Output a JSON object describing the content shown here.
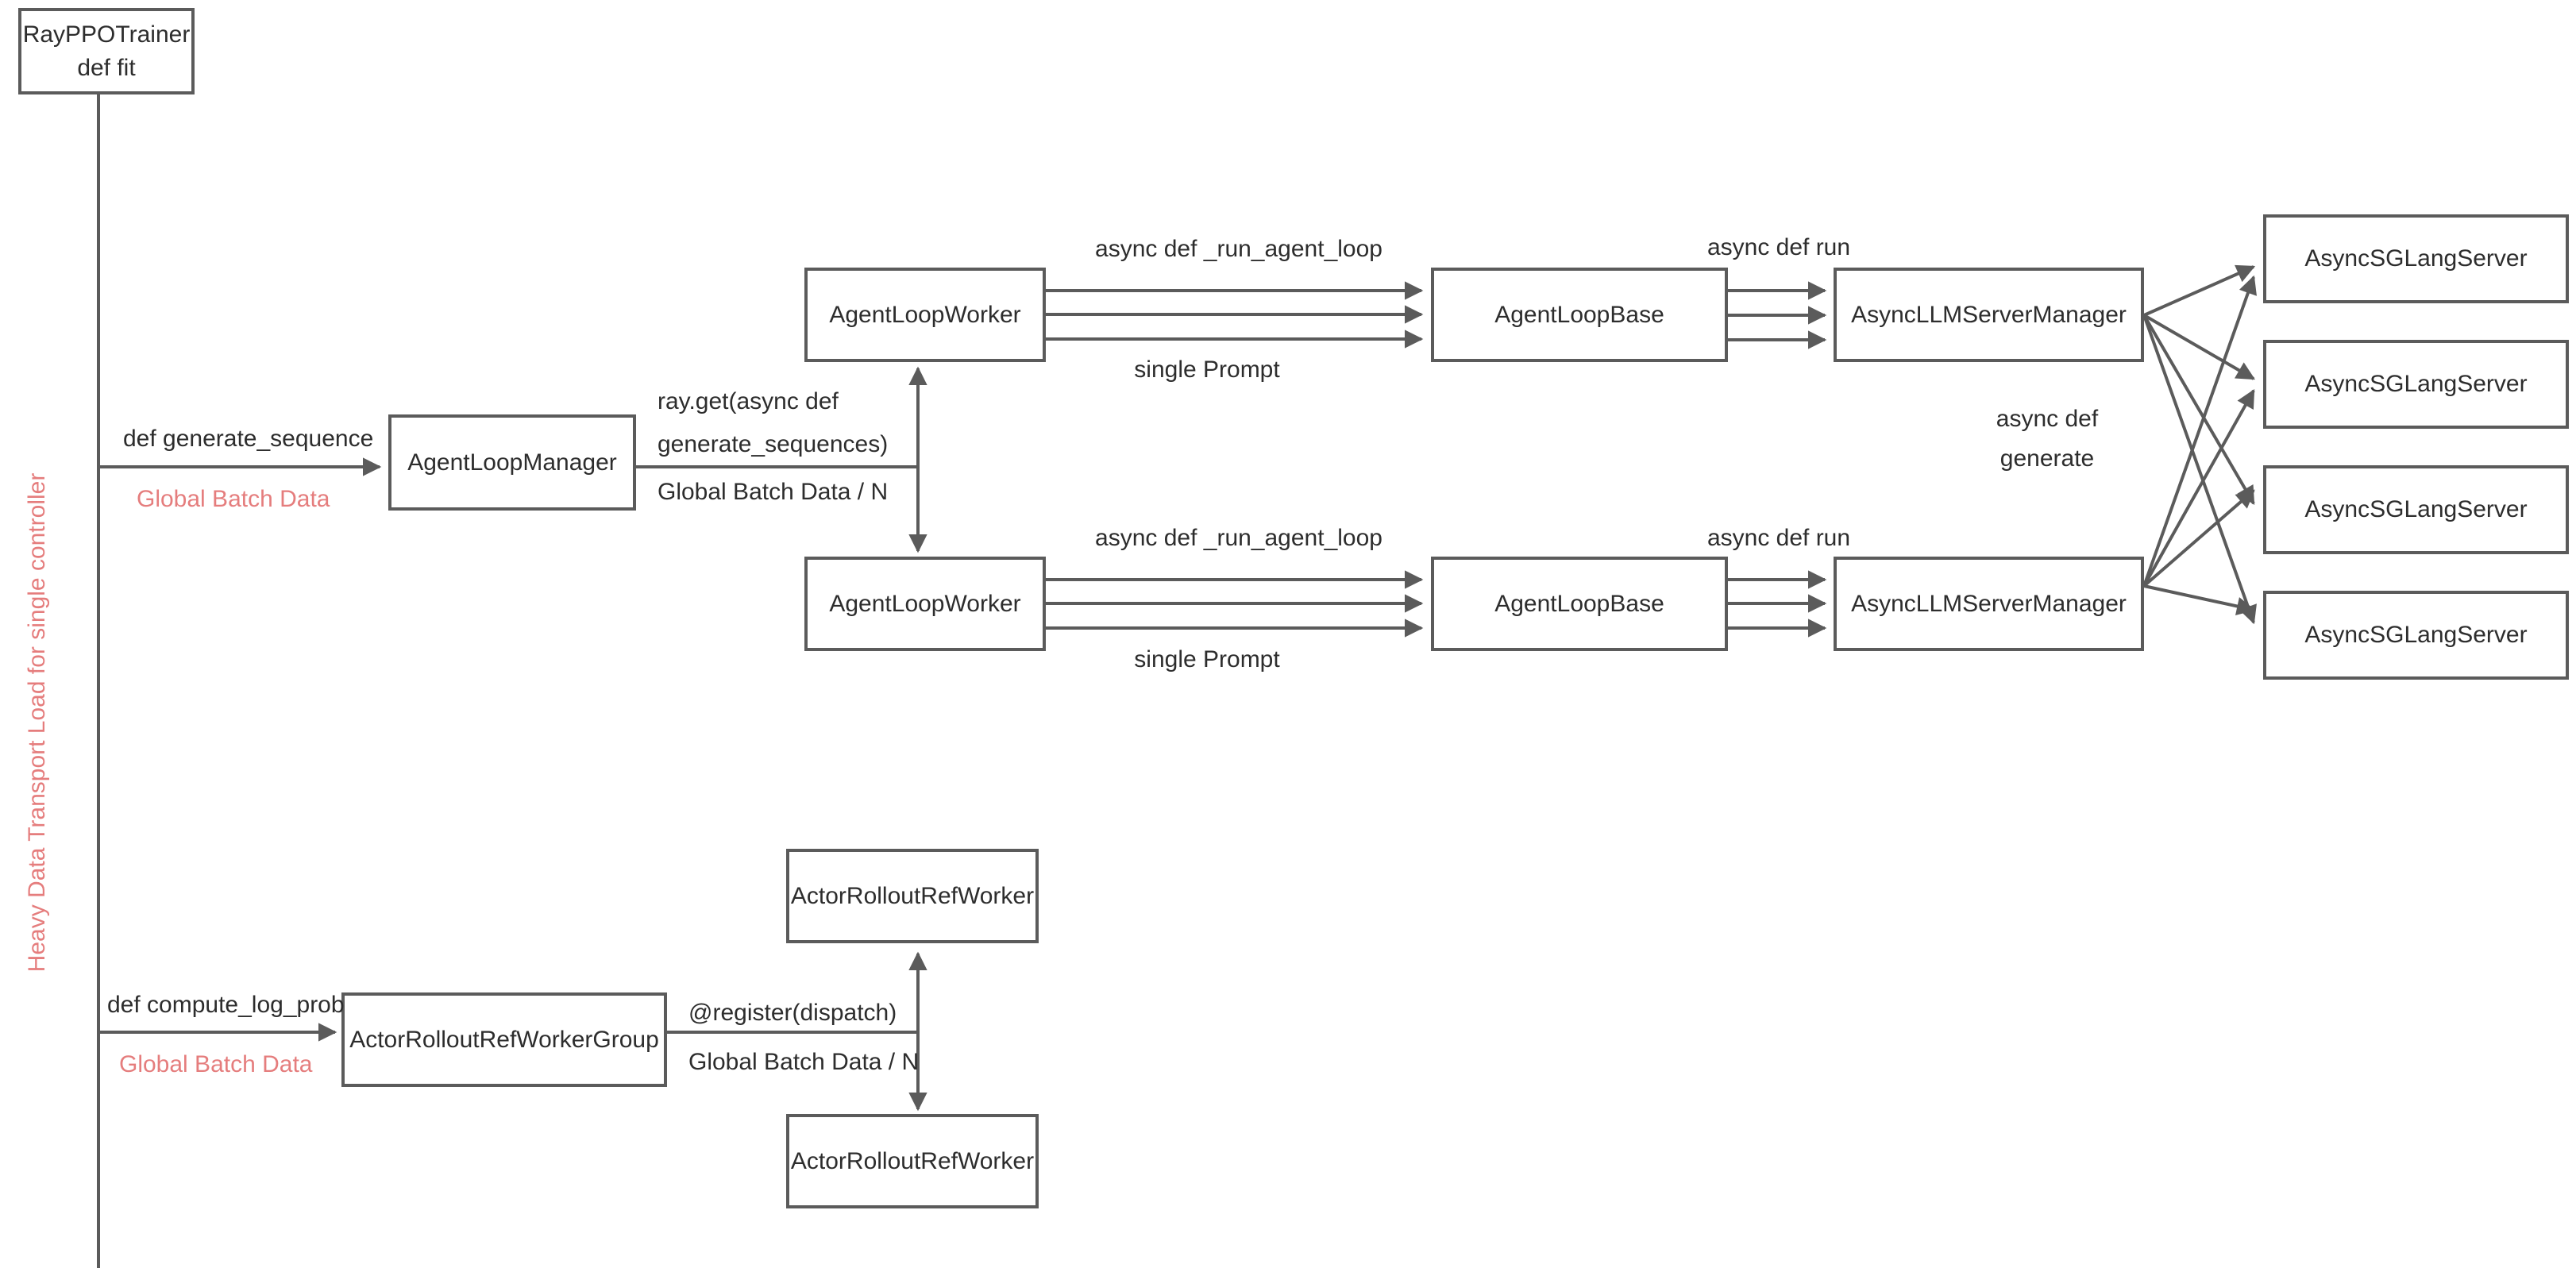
{
  "colors": {
    "stroke": "#5b5b5b",
    "text": "#2d2d2d",
    "accent_red": "#e57d7d",
    "background": "#ffffff"
  },
  "side_note": "Heavy Data Transport Load for single controller",
  "nodes": {
    "ray_ppo_trainer": {
      "line1": "RayPPOTrainer",
      "line2": "def fit"
    },
    "agent_loop_manager": "AgentLoopManager",
    "agent_loop_worker_1": "AgentLoopWorker",
    "agent_loop_worker_2": "AgentLoopWorker",
    "agent_loop_base_1": "AgentLoopBase",
    "agent_loop_base_2": "AgentLoopBase",
    "async_llm_server_manager_1": "AsyncLLMServerManager",
    "async_llm_server_manager_2": "AsyncLLMServerManager",
    "async_sglang_server_1": "AsyncSGLangServer",
    "async_sglang_server_2": "AsyncSGLangServer",
    "async_sglang_server_3": "AsyncSGLangServer",
    "async_sglang_server_4": "AsyncSGLangServer",
    "actor_rollout_ref_worker_group": "ActorRolloutRefWorkerGroup",
    "actor_rollout_ref_worker_1": "ActorRolloutRefWorker",
    "actor_rollout_ref_worker_2": "ActorRolloutRefWorker"
  },
  "labels": {
    "def_generate_sequence": "def generate_sequence",
    "global_batch_data_top": "Global Batch Data",
    "ray_get_line1": "ray.get(async def",
    "ray_get_line2": "generate_sequences)",
    "global_batch_data_n_top": "Global Batch Data / N",
    "run_agent_loop_row1": "async def _run_agent_loop",
    "single_prompt_row1": "single Prompt",
    "async_def_run_row1": "async def run",
    "run_agent_loop_row2": "async def _run_agent_loop",
    "single_prompt_row2": "single Prompt",
    "async_def_run_row2": "async def run",
    "async_def_generate_line1": "async def",
    "async_def_generate_line2": "generate",
    "def_compute_log_prob": "def compute_log_prob",
    "global_batch_data_bottom": "Global Batch Data",
    "register_dispatch": "@register(dispatch)",
    "global_batch_data_n_bottom": "Global Batch Data / N"
  }
}
